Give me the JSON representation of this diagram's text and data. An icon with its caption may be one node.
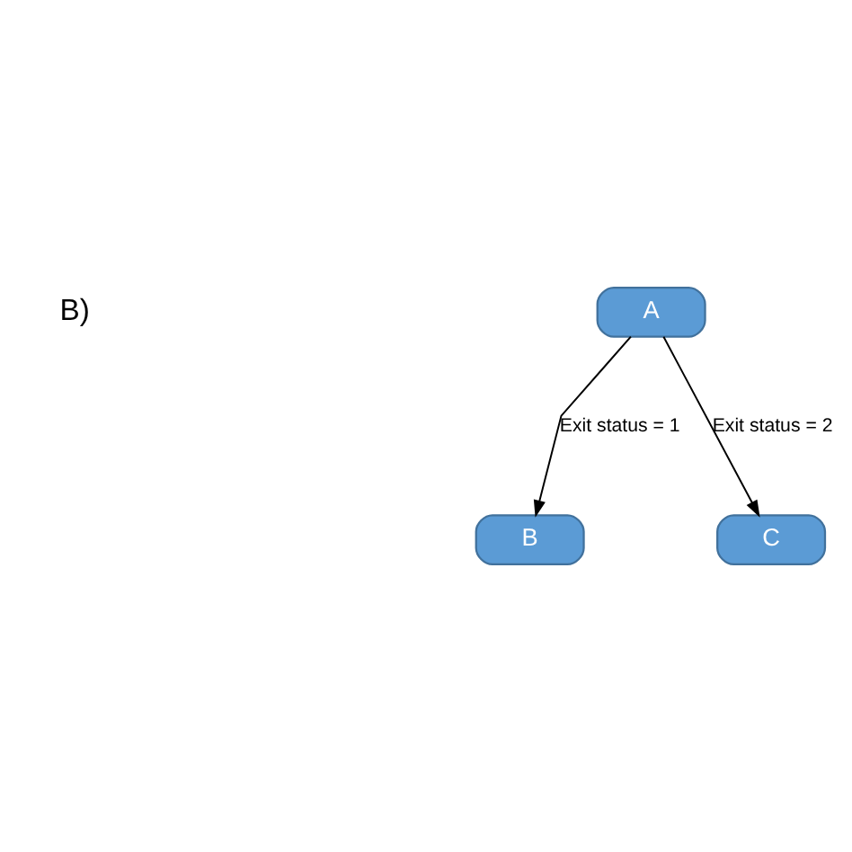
{
  "diagram": {
    "nodes": [
      {
        "text": [
          "A"
        ]
      },
      {
        "text": [
          "B"
        ]
      },
      {
        "text": [
          "C"
        ]
      }
    ],
    "edges": [
      {
        "from": 0,
        "to": 1,
        "arrow": "to",
        "label": "Exit status = 1"
      },
      {
        "from": 0,
        "to": 2,
        "arrow": "to",
        "label": "Exit status = 2"
      }
    ],
    "labels": [
      "B)"
    ]
  }
}
